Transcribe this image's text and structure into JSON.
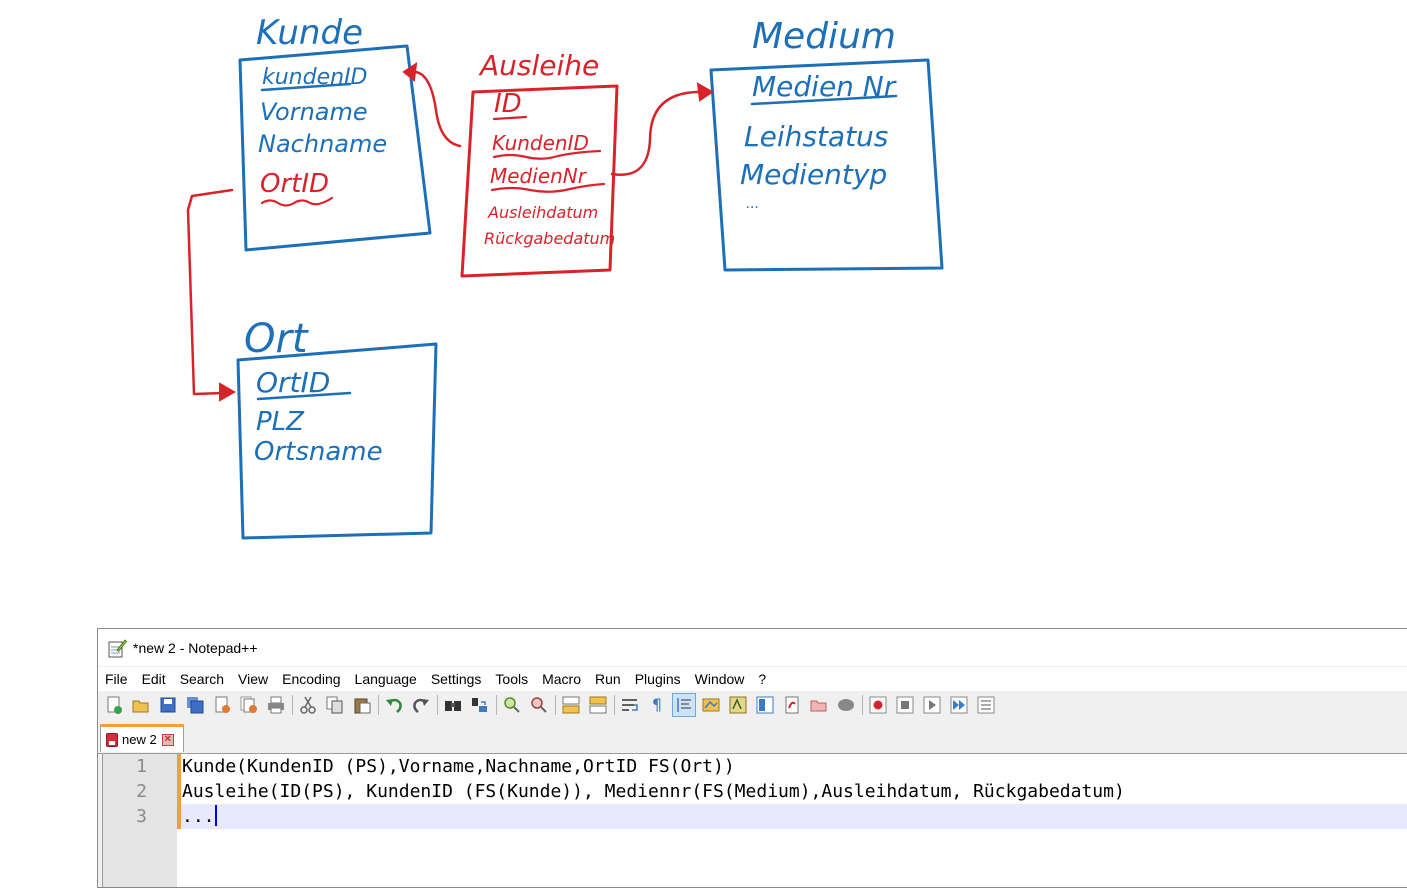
{
  "diagram": {
    "kunde": {
      "title": "Kunde",
      "fields": [
        "kundenID",
        "Vorname",
        "Nachname",
        "OrtID"
      ]
    },
    "ausleihe": {
      "title": "Ausleihe",
      "fields": [
        "ID",
        "KundenID",
        "MedienNr",
        "Ausleihdatum",
        "Rückgabedatum"
      ]
    },
    "medium": {
      "title": "Medium",
      "fields": [
        "Medien Nr",
        "Leihstatus",
        "Medientyp",
        "..."
      ]
    },
    "ort": {
      "title": "Ort",
      "fields": [
        "OrtID",
        "PLZ",
        "Ortsname"
      ]
    },
    "colors": {
      "ink_blue": "#1d6fb8",
      "ink_red": "#d8232a"
    }
  },
  "window": {
    "title": "*new 2 - Notepad++",
    "icon": "notepad-icon"
  },
  "menu": [
    "File",
    "Edit",
    "Search",
    "View",
    "Encoding",
    "Language",
    "Settings",
    "Tools",
    "Macro",
    "Run",
    "Plugins",
    "Window",
    "?"
  ],
  "toolbar": {
    "icons": [
      "new-file-icon",
      "open-file-icon",
      "save-icon",
      "save-all-icon",
      "close-icon",
      "close-all-icon",
      "print-icon",
      "cut-icon",
      "copy-icon",
      "paste-icon",
      "undo-icon",
      "redo-icon",
      "find-icon",
      "replace-icon",
      "zoom-in-icon",
      "zoom-out-icon",
      "sync-vertical-icon",
      "sync-horizontal-icon",
      "word-wrap-icon",
      "show-all-chars-icon",
      "indent-guide-icon",
      "doc-map-icon",
      "function-list-icon",
      "doc-list-icon",
      "folder-workspace-icon",
      "folder-icon",
      "monitor-icon",
      "record-macro-icon",
      "stop-macro-icon",
      "play-macro-icon",
      "run-macro-multiple-icon",
      "save-macro-icon"
    ]
  },
  "tab": {
    "label": "new 2",
    "close": "✕"
  },
  "editor": {
    "lines": [
      {
        "num": "1",
        "text": "Kunde(KundenID (PS),Vorname,Nachname,OrtID FS(Ort))"
      },
      {
        "num": "2",
        "text": "Ausleihe(ID(PS), KundenID (FS(Kunde)), Mediennr(FS(Medium),Ausleihdatum, Rückgabedatum)"
      },
      {
        "num": "3",
        "text": "..."
      }
    ]
  }
}
